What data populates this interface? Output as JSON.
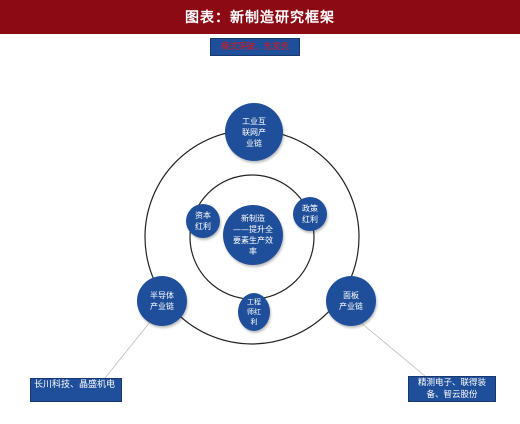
{
  "title": "图表：新制造研究框架",
  "colors": {
    "title_bg": "#8b0a14",
    "node_fill": "#1f4f9a",
    "ring": "#222222",
    "highlight_text": "#e01515"
  },
  "top_box": {
    "text": "模式突破、先发优"
  },
  "outer_nodes": {
    "top": "工业互\n联网产\n业链",
    "left": "半导体\n产业链",
    "right": "面板\n产业链"
  },
  "inner_nodes": {
    "left": "资本\n红利",
    "right": "政策\n红利",
    "bottom": "工程\n师红\n利"
  },
  "center_node": "新制造\n——提升全\n要素生产效\n率",
  "bottom_left_box": {
    "text": "长川科技、晶盛机电"
  },
  "bottom_right_box": {
    "text": "精测电子、联得装备、智云股份"
  }
}
